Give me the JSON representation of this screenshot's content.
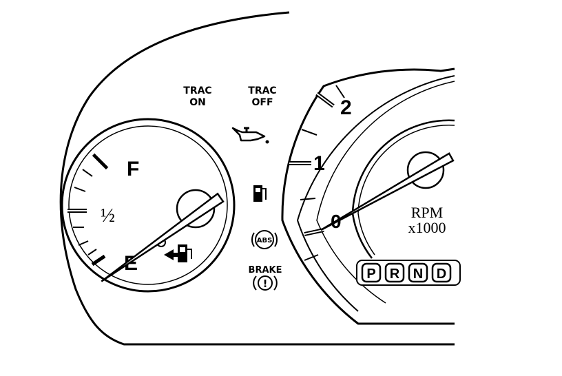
{
  "indicators": {
    "trac_on": [
      "TRAC",
      "ON"
    ],
    "trac_off": [
      "TRAC",
      "OFF"
    ],
    "abs": "ABS",
    "brake": "BRAKE",
    "brake_symbol": "!"
  },
  "fuel_gauge": {
    "full_label": "F",
    "half_label": "½",
    "empty_label": "E",
    "level": 0.0
  },
  "tachometer": {
    "tick_labels": [
      "0",
      "1",
      "2"
    ],
    "unit_line1": "RPM",
    "unit_line2": "x1000",
    "reading": 0
  },
  "gear_selector": [
    "P",
    "R",
    "N",
    "D"
  ],
  "colors": {
    "ink": "#000000",
    "paper": "#ffffff"
  }
}
